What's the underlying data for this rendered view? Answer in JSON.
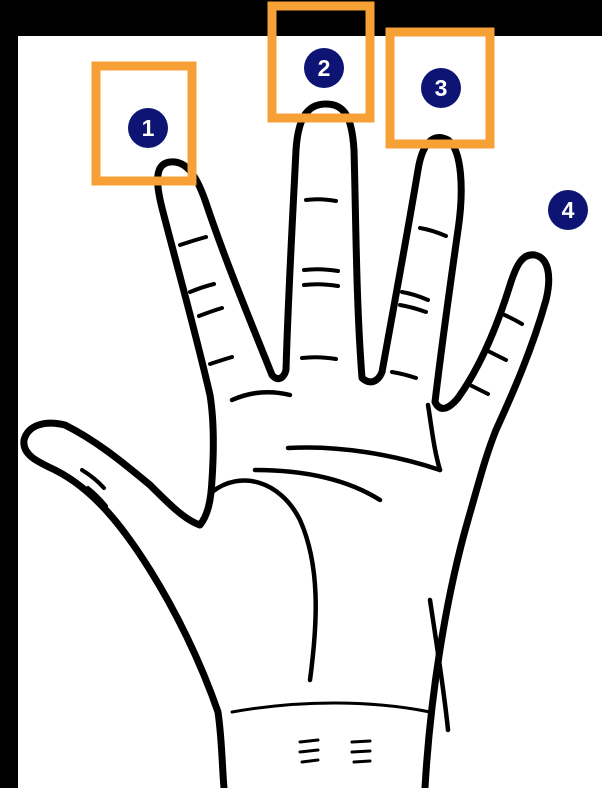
{
  "colors": {
    "frame": "#000000",
    "background": "#ffffff",
    "highlight_box": "#f7a035",
    "badge_fill": "#0d1473",
    "badge_text": "#ffffff",
    "line": "#000000"
  },
  "markers": [
    {
      "label": "1",
      "highlighted": true
    },
    {
      "label": "2",
      "highlighted": true
    },
    {
      "label": "3",
      "highlighted": true
    },
    {
      "label": "4",
      "highlighted": false
    }
  ]
}
